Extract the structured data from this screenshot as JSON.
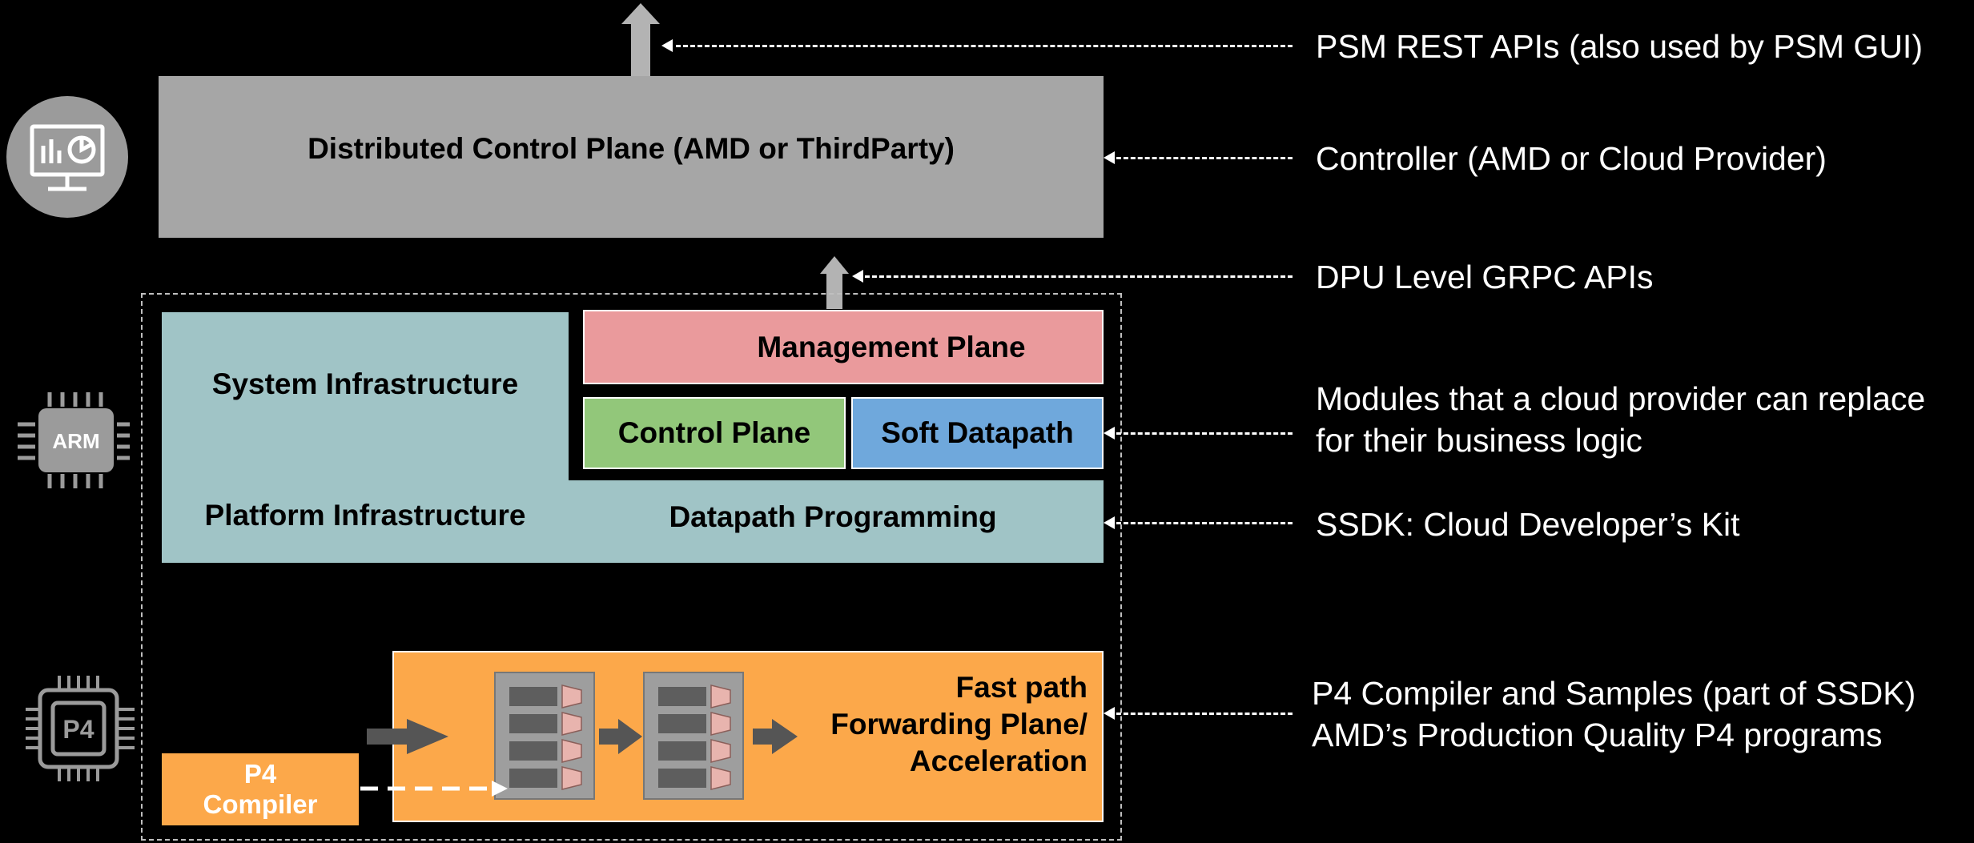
{
  "boxes": {
    "distributed_control_plane": "Distributed Control Plane (AMD or ThirdParty)",
    "system_infrastructure": "System Infrastructure",
    "platform_infrastructure": "Platform Infrastructure",
    "datapath_programming": "Datapath Programming",
    "management_plane": "Management Plane",
    "control_plane": "Control Plane",
    "soft_datapath": "Soft Datapath",
    "fast_path_line1": "Fast path",
    "fast_path_line2": "Forwarding Plane/",
    "fast_path_line3": "Acceleration",
    "p4_compiler_line1": "P4",
    "p4_compiler_line2": "Compiler"
  },
  "annotations": {
    "psm_rest": "PSM REST APIs (also used by PSM GUI)",
    "controller": "Controller (AMD or Cloud Provider)",
    "dpu_grpc": "DPU Level GRPC APIs",
    "modules_line1": "Modules that a cloud provider can replace",
    "modules_line2": "for their business logic",
    "ssdk": "SSDK: Cloud Developer’s Kit",
    "p4_line1": "P4 Compiler and Samples (part of SSDK)",
    "p4_line2": "AMD’s Production Quality P4 programs"
  },
  "icons": {
    "monitor": "monitor-dashboard-icon",
    "arm_chip": "arm-chip-icon",
    "arm_chip_label": "ARM",
    "p4_chip": "p4-chip-icon",
    "p4_chip_label": "P4"
  },
  "colors": {
    "background": "#000000",
    "control_plane_gray": "#a6a6a6",
    "infrastructure_teal": "#a0c4c6",
    "management_pink": "#ea9a9c",
    "control_green": "#92c77a",
    "soft_datapath_blue": "#6fa8dc",
    "fast_path_orange": "#fca84a",
    "icon_gray": "#9b9b9b"
  }
}
